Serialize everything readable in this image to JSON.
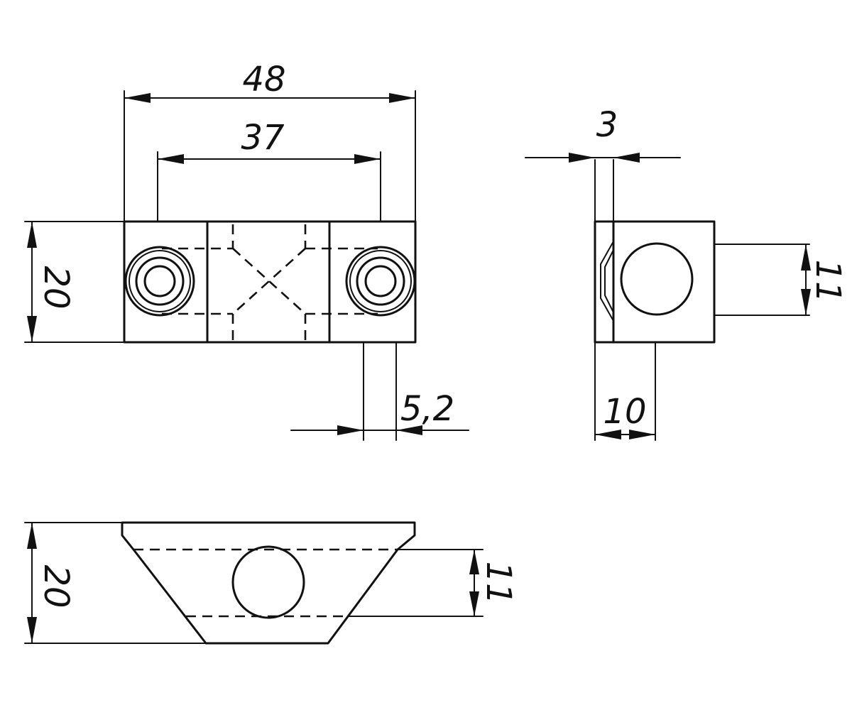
{
  "dimensions": {
    "front_width": "48",
    "hole_spacing": "37",
    "front_height": "20",
    "offset": "5,2",
    "side_lip": "3",
    "side_width": "10",
    "side_slot": "11",
    "top_height": "20",
    "top_slot": "11"
  }
}
